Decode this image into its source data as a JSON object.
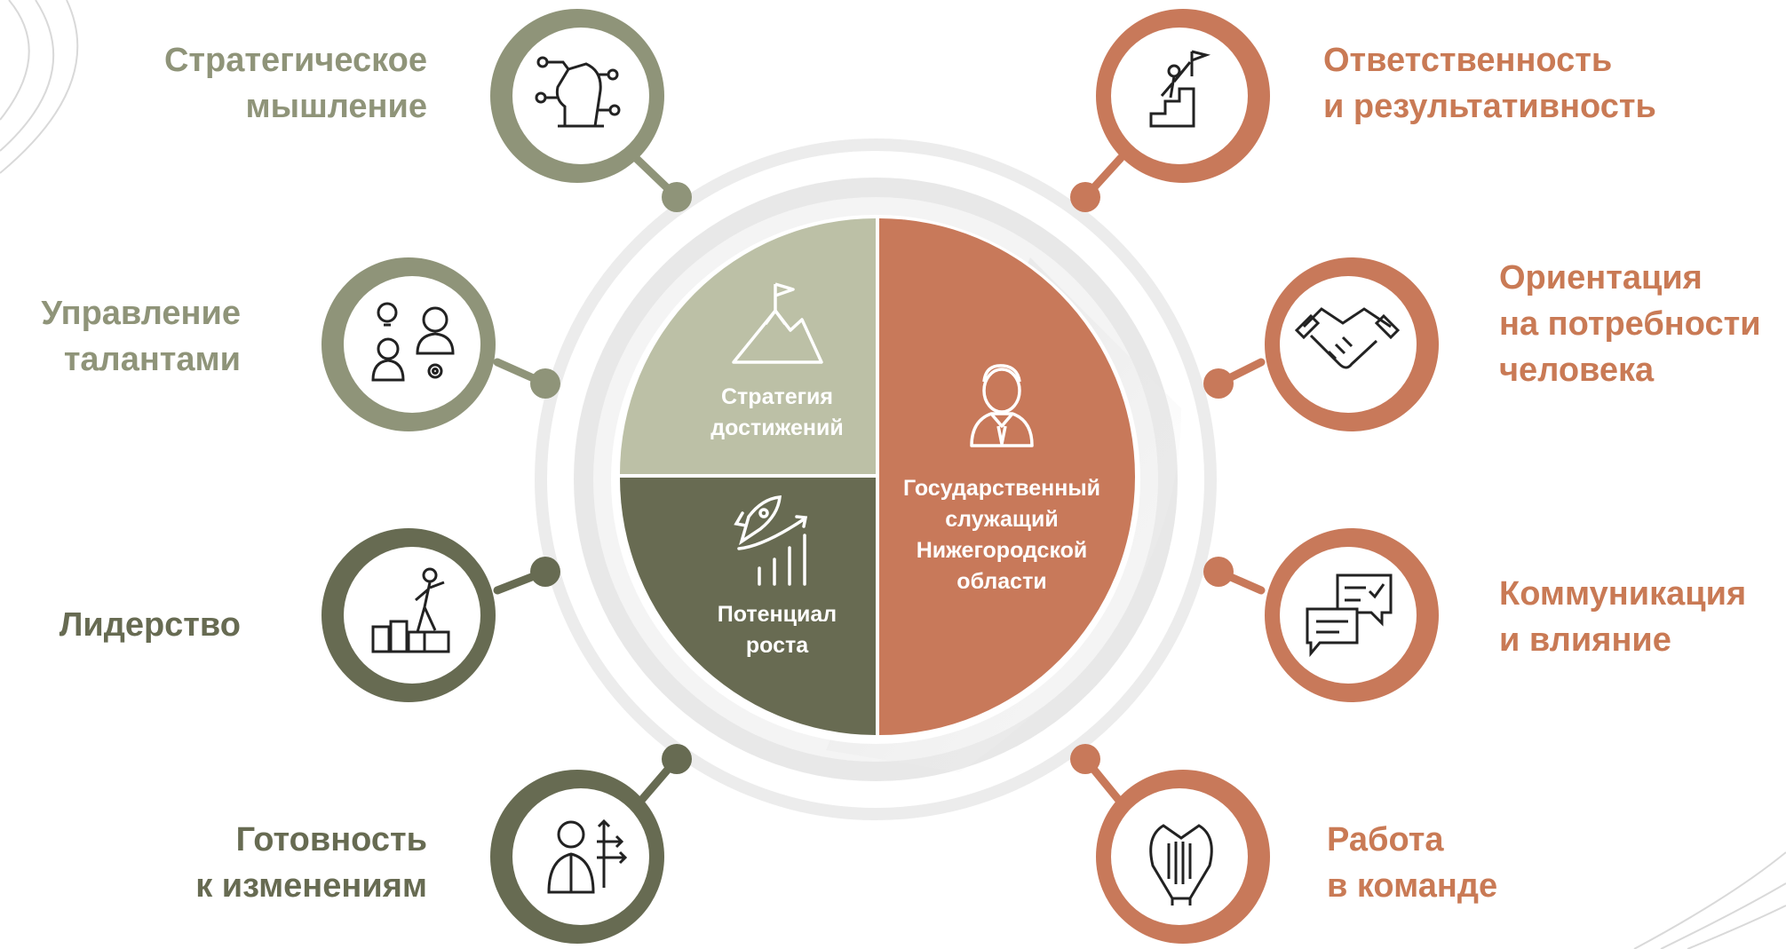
{
  "colors": {
    "sage": "#bcc0a6",
    "olive": "#686b52",
    "olive_ring": "#8f9479",
    "terracotta": "#c8795a",
    "ring_gray": "#e6e6e6"
  },
  "center": {
    "strategy": [
      "Стратегия",
      "достижений"
    ],
    "potential": [
      "Потенциал",
      "роста"
    ],
    "official": [
      "Государственный",
      "служащий",
      "Нижегородской",
      "области"
    ]
  },
  "competencies": {
    "strategic_thinking": {
      "lines": [
        "Стратегическое",
        "мышление"
      ],
      "icon": "chess-knight-circuit-icon"
    },
    "talent_management": {
      "lines": [
        "Управление",
        "талантами"
      ],
      "icon": "people-idea-icon"
    },
    "leadership": {
      "lines": [
        "Лидерство"
      ],
      "icon": "leader-team-icon"
    },
    "readiness_for_change": {
      "lines": [
        "Готовность",
        "к изменениям"
      ],
      "icon": "person-arrows-icon"
    },
    "responsibility": {
      "lines": [
        "Ответственность",
        "и результативность"
      ],
      "icon": "climb-flag-icon"
    },
    "human_needs": {
      "lines": [
        "Ориентация",
        "на потребности",
        "человека"
      ],
      "icon": "handshake-icon"
    },
    "communication": {
      "lines": [
        "Коммуникация",
        "и влияние"
      ],
      "icon": "chat-bubbles-icon"
    },
    "teamwork": {
      "lines": [
        "Работа",
        "в команде"
      ],
      "icon": "hands-together-icon"
    }
  }
}
